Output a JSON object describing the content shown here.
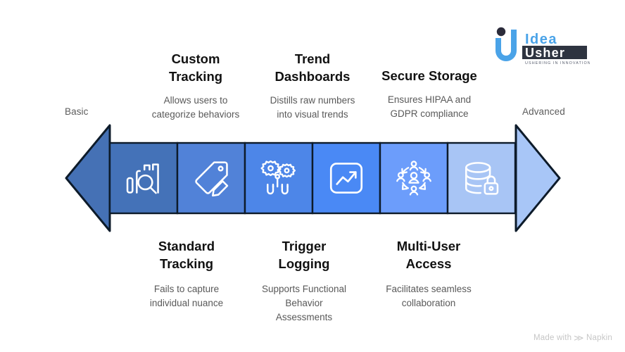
{
  "brand": {
    "name_line1": "Idea",
    "name_line2": "Usher",
    "tagline": "USHERING IN INNOVATION",
    "color_dot": "#2b2b3a",
    "color_u": "#4aa3e8",
    "color_badge": "#2e3440"
  },
  "scale": {
    "left_label": "Basic",
    "right_label": "Advanced"
  },
  "arrow": {
    "left_head_color": "#4571b5",
    "right_head_color": "#a8c6f7",
    "stroke_color": "#0d1b2a"
  },
  "segments": [
    {
      "color": "#4472b8",
      "icon": "chart-search-icon",
      "position": "bottom",
      "title": "Standard\nTracking",
      "description": "Fails to capture\nindividual nuance"
    },
    {
      "color": "#5182d8",
      "icon": "tag-edit-icon",
      "position": "top",
      "title": "Custom\nTracking",
      "description": "Allows users to\ncategorize behaviors"
    },
    {
      "color": "#4d86e8",
      "icon": "gears-sliders-icon",
      "position": "bottom",
      "title": "Trigger\nLogging",
      "description": "Supports Functional\nBehavior\nAssessments"
    },
    {
      "color": "#4a89f5",
      "icon": "trend-chart-icon",
      "position": "top",
      "title": "Trend\nDashboards",
      "description": "Distills raw numbers\ninto visual trends"
    },
    {
      "color": "#6c9dfb",
      "icon": "users-network-icon",
      "position": "bottom",
      "title": "Multi-User\nAccess",
      "description": "Facilitates seamless\ncollaboration"
    },
    {
      "color": "#a8c5f5",
      "icon": "database-lock-icon",
      "position": "top",
      "title": "Secure Storage",
      "description": "Ensures HIPAA and\nGDPR compliance"
    }
  ],
  "watermark": {
    "prefix": "Made with",
    "brand": "Napkin",
    "mark": "≫"
  }
}
